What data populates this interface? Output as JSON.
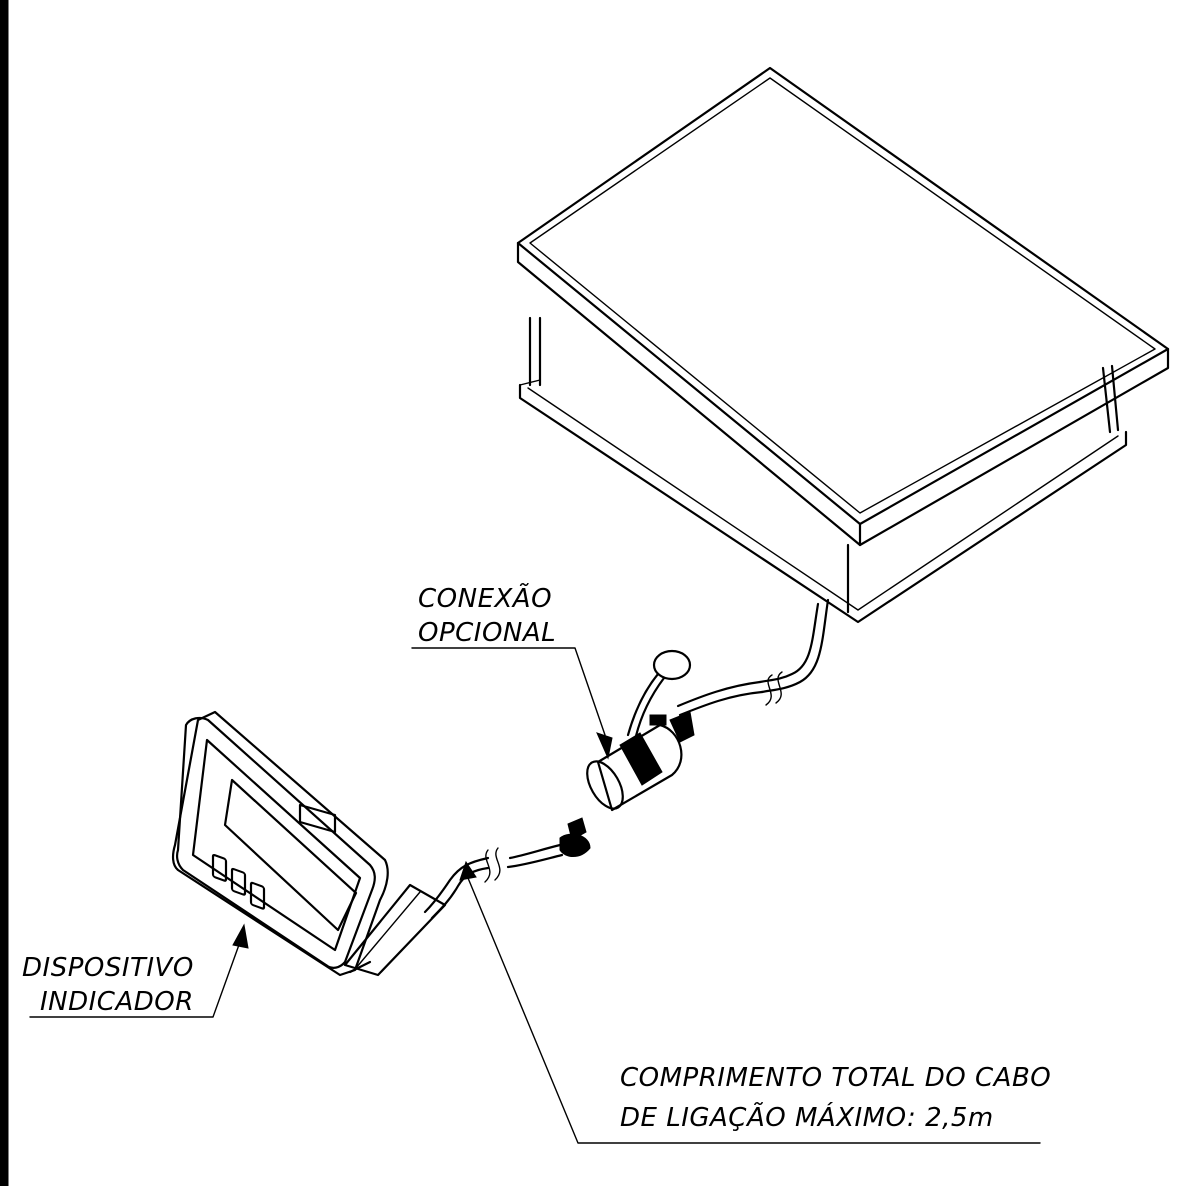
{
  "labels": {
    "connection": {
      "line1": "CONEXÃO",
      "line2": "OPCIONAL"
    },
    "indicator": {
      "line1": "DISPOSITIVO",
      "line2": "INDICADOR"
    },
    "cable": {
      "line1": "COMPRIMENTO  TOTAL  DO  CABO",
      "line2": "DE  LIGAÇÃO  MÁXIMO:  2,5m"
    }
  },
  "colors": {
    "ink": "#000000",
    "paper": "#ffffff"
  }
}
